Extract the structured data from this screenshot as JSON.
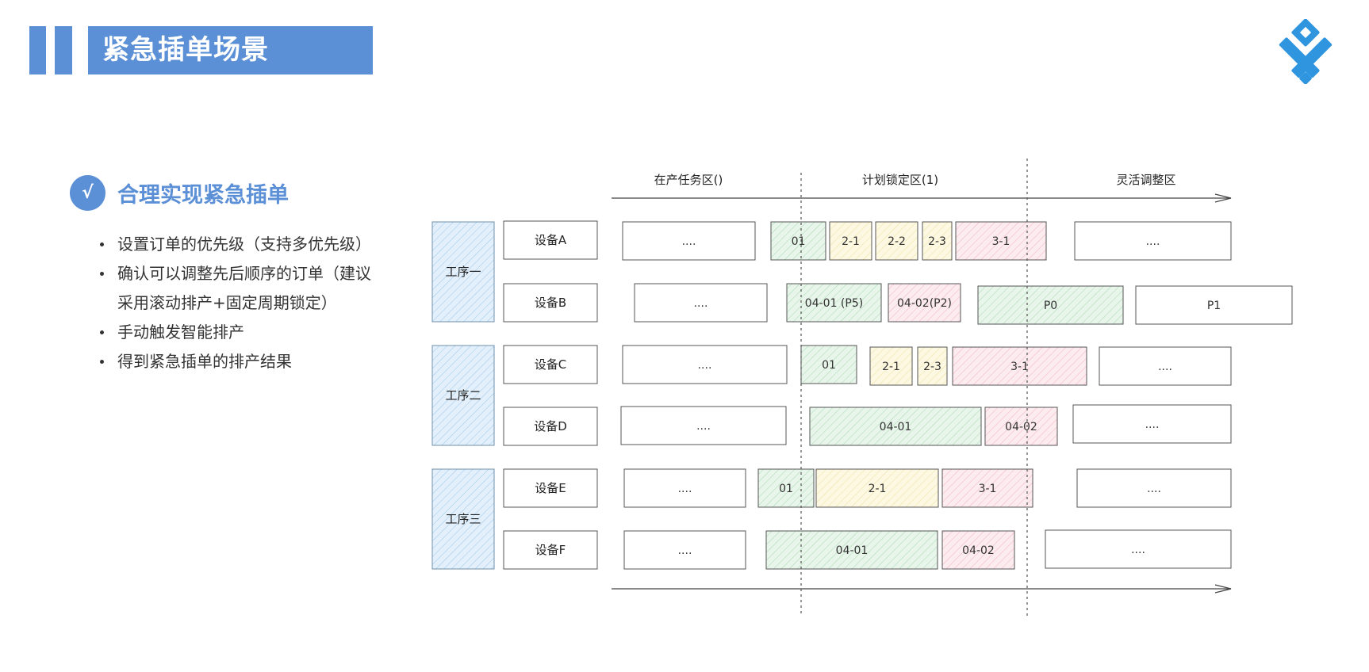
{
  "header": {
    "title": "紧急插单场景"
  },
  "section": {
    "check_mark": "√",
    "title": "合理实现紧急插单",
    "bullets": [
      {
        "lines": [
          "设置订单的优先级（支持多优先级）"
        ]
      },
      {
        "lines": [
          "确认可以调整先后顺序的订单（建议",
          "采用滚动排产+固定周期锁定）"
        ]
      },
      {
        "lines": [
          "手动触发智能排产"
        ]
      },
      {
        "lines": [
          "得到紧急插单的排产结果"
        ]
      }
    ]
  },
  "diagram": {
    "zones": [
      "在产任务区()",
      "计划锁定区(1)",
      "灵活调整区"
    ],
    "processes": [
      "工序一",
      "工序二",
      "工序三"
    ],
    "devices": [
      "设备A",
      "设备B",
      "设备C",
      "设备D",
      "设备E",
      "设备F"
    ],
    "tasks": [
      {
        "device": "设备A",
        "label": "....",
        "fill": "none"
      },
      {
        "device": "设备A",
        "label": "01",
        "fill": "green"
      },
      {
        "device": "设备A",
        "label": "2-1",
        "fill": "yellow"
      },
      {
        "device": "设备A",
        "label": "2-2",
        "fill": "yellow"
      },
      {
        "device": "设备A",
        "label": "2-3",
        "fill": "yellow"
      },
      {
        "device": "设备A",
        "label": "3-1",
        "fill": "pink"
      },
      {
        "device": "设备A",
        "label": "....",
        "fill": "none"
      },
      {
        "device": "设备B",
        "label": "....",
        "fill": "none"
      },
      {
        "device": "设备B",
        "label": "04-01  (P5)",
        "fill": "green"
      },
      {
        "device": "设备B",
        "label": "04-02(P2)",
        "fill": "pink"
      },
      {
        "device": "设备B",
        "label": "P0",
        "fill": "green"
      },
      {
        "device": "设备B",
        "label": "P1",
        "fill": "none"
      },
      {
        "device": "设备C",
        "label": "....",
        "fill": "none"
      },
      {
        "device": "设备C",
        "label": "01",
        "fill": "green"
      },
      {
        "device": "设备C",
        "label": "2-1",
        "fill": "yellow"
      },
      {
        "device": "设备C",
        "label": "2-3",
        "fill": "yellow"
      },
      {
        "device": "设备C",
        "label": "3-1",
        "fill": "pink"
      },
      {
        "device": "设备C",
        "label": "....",
        "fill": "none"
      },
      {
        "device": "设备D",
        "label": "....",
        "fill": "none"
      },
      {
        "device": "设备D",
        "label": "04-01",
        "fill": "green"
      },
      {
        "device": "设备D",
        "label": "04-02",
        "fill": "pink"
      },
      {
        "device": "设备D",
        "label": "....",
        "fill": "none"
      },
      {
        "device": "设备E",
        "label": "....",
        "fill": "none"
      },
      {
        "device": "设备E",
        "label": "01",
        "fill": "green"
      },
      {
        "device": "设备E",
        "label": "2-1",
        "fill": "yellow"
      },
      {
        "device": "设备E",
        "label": "3-1",
        "fill": "pink"
      },
      {
        "device": "设备E",
        "label": "....",
        "fill": "none"
      },
      {
        "device": "设备F",
        "label": "....",
        "fill": "none"
      },
      {
        "device": "设备F",
        "label": "04-01",
        "fill": "green"
      },
      {
        "device": "设备F",
        "label": "04-02",
        "fill": "pink"
      },
      {
        "device": "设备F",
        "label": "....",
        "fill": "none"
      }
    ],
    "colors": {
      "accent": "#5b8fd6",
      "process_fill": "#e3f0fb",
      "process_hatch": "#9cc6ea",
      "green": "#e8f5ea",
      "green_hatch": "#a9d9b0",
      "yellow": "#fdf8e2",
      "yellow_hatch": "#ece0a3",
      "pink": "#fcecef",
      "pink_hatch": "#f0b5bf",
      "border": "#555555"
    }
  }
}
